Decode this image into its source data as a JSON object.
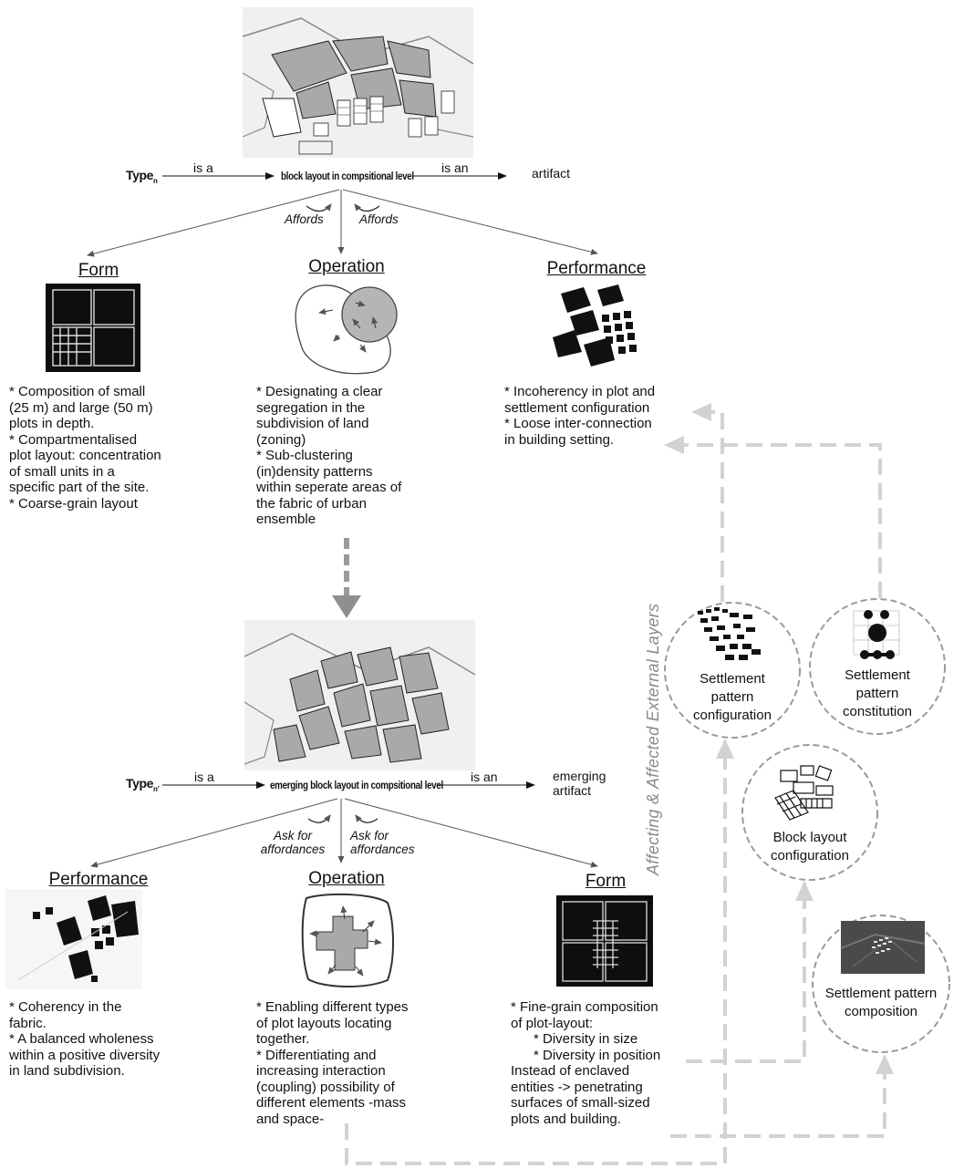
{
  "top": {
    "type_label": "Type",
    "type_sub": "n",
    "is_a": "is a",
    "center": "block layout in compsitional level",
    "is_an": "is an",
    "result": "artifact",
    "affords_left": "Affords",
    "affords_right": "Affords",
    "form": {
      "heading": "Form",
      "text": "* Composition of small\n(25 m) and large (50 m)\nplots in depth.\n*  Compartmentalised\nplot layout: concentration\nof small units in a\nspecific part of the site.\n*  Coarse-grain layout"
    },
    "operation": {
      "heading": "Operation",
      "text": "* Designating a clear\nsegregation in the\nsubdivision of land\n(zoning)\n*  Sub-clustering\n(in)density patterns\nwithin seperate areas of\nthe fabric of urban\nensemble"
    },
    "performance": {
      "heading": "Performance",
      "text": "*  Incoherency in plot and\nsettlement configuration\n*  Loose inter-connection\nin building setting."
    }
  },
  "bottom": {
    "type_label": "Type",
    "type_sub": "n'",
    "is_a": "is a",
    "center": "emerging block layout in compsitional level",
    "is_an": "is an",
    "result": "emerging\nartifact",
    "ask_left": "Ask for\naffordances",
    "ask_right": "Ask for\naffordances",
    "performance": {
      "heading": "Performance",
      "text": "* Coherency in the\nfabric.\n*  A balanced wholeness\nwithin a positive diversity\nin land subdivision."
    },
    "operation": {
      "heading": "Operation",
      "text": "* Enabling different types\nof plot layouts locating\ntogether.\n*  Differentiating and\nincreasing interaction\n(coupling) possibility of\ndifferent elements -mass\nand space-"
    },
    "form": {
      "heading": "Form",
      "text": "* Fine-grain composition\nof plot-layout:\n      * Diversity in size\n      * Diversity in position\nInstead of enclaved\nentities -> penetrating\nsurfaces of small-sized\nplots and building."
    }
  },
  "side": {
    "vertical_label": "Affecting & Affected External Layers",
    "circles": [
      "Settlement\npattern\nconfiguration",
      "Settlement\npattern\nconstitution",
      "Block layout\nconfiguration",
      "Settlement pattern\ncomposition"
    ]
  },
  "colors": {
    "ink": "#111111",
    "block_fill": "#a9a9a9",
    "dashed_arrow": "#cfcfcf",
    "down_arrow": "#9a9a9a",
    "circle_stroke": "#9a9a9a"
  }
}
